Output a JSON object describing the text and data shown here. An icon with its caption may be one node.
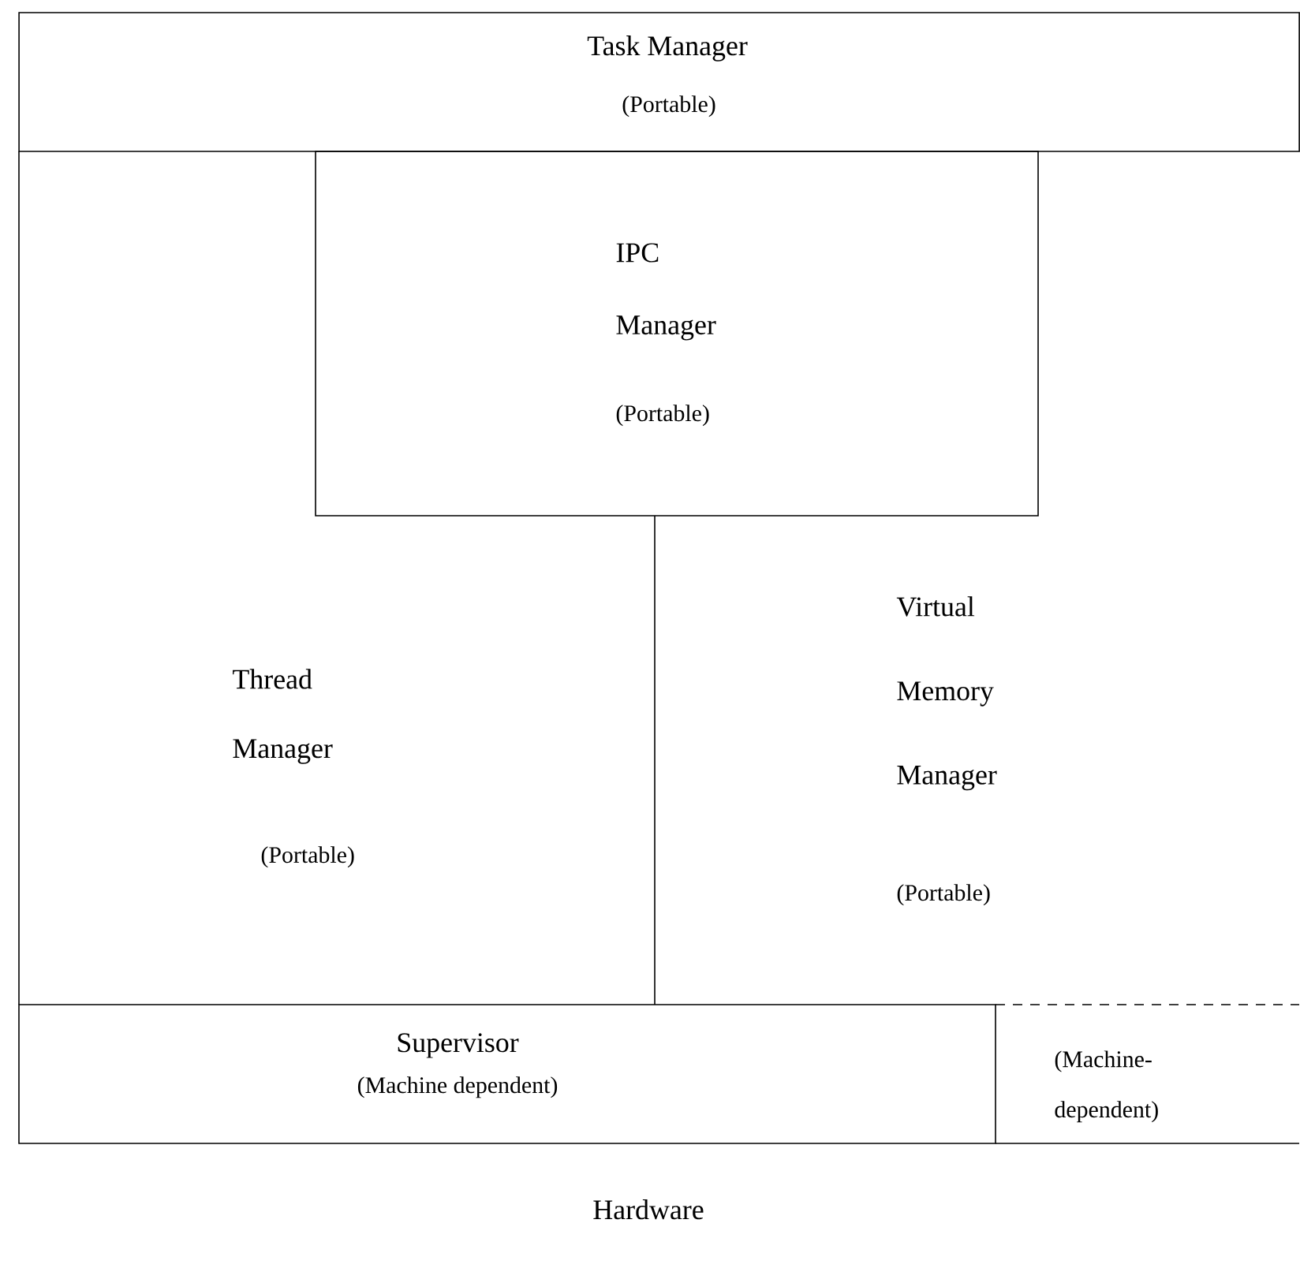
{
  "diagram": {
    "nodes": [
      {
        "text": [
          "Task Manager",
          "(Portable)"
        ]
      },
      {
        "text": [
          "IPC Manager",
          "(Portable)"
        ]
      },
      {
        "text": [
          "Thread Manager",
          "(Portable)"
        ]
      },
      {
        "text": [
          "Virtual Memory Manager",
          "(Portable)"
        ]
      },
      {
        "text": [
          "Supervisor",
          "(Machine dependent)"
        ]
      },
      {
        "text": [
          "(Machine-dependent)"
        ]
      }
    ],
    "labels": [
      "Hardware"
    ]
  }
}
